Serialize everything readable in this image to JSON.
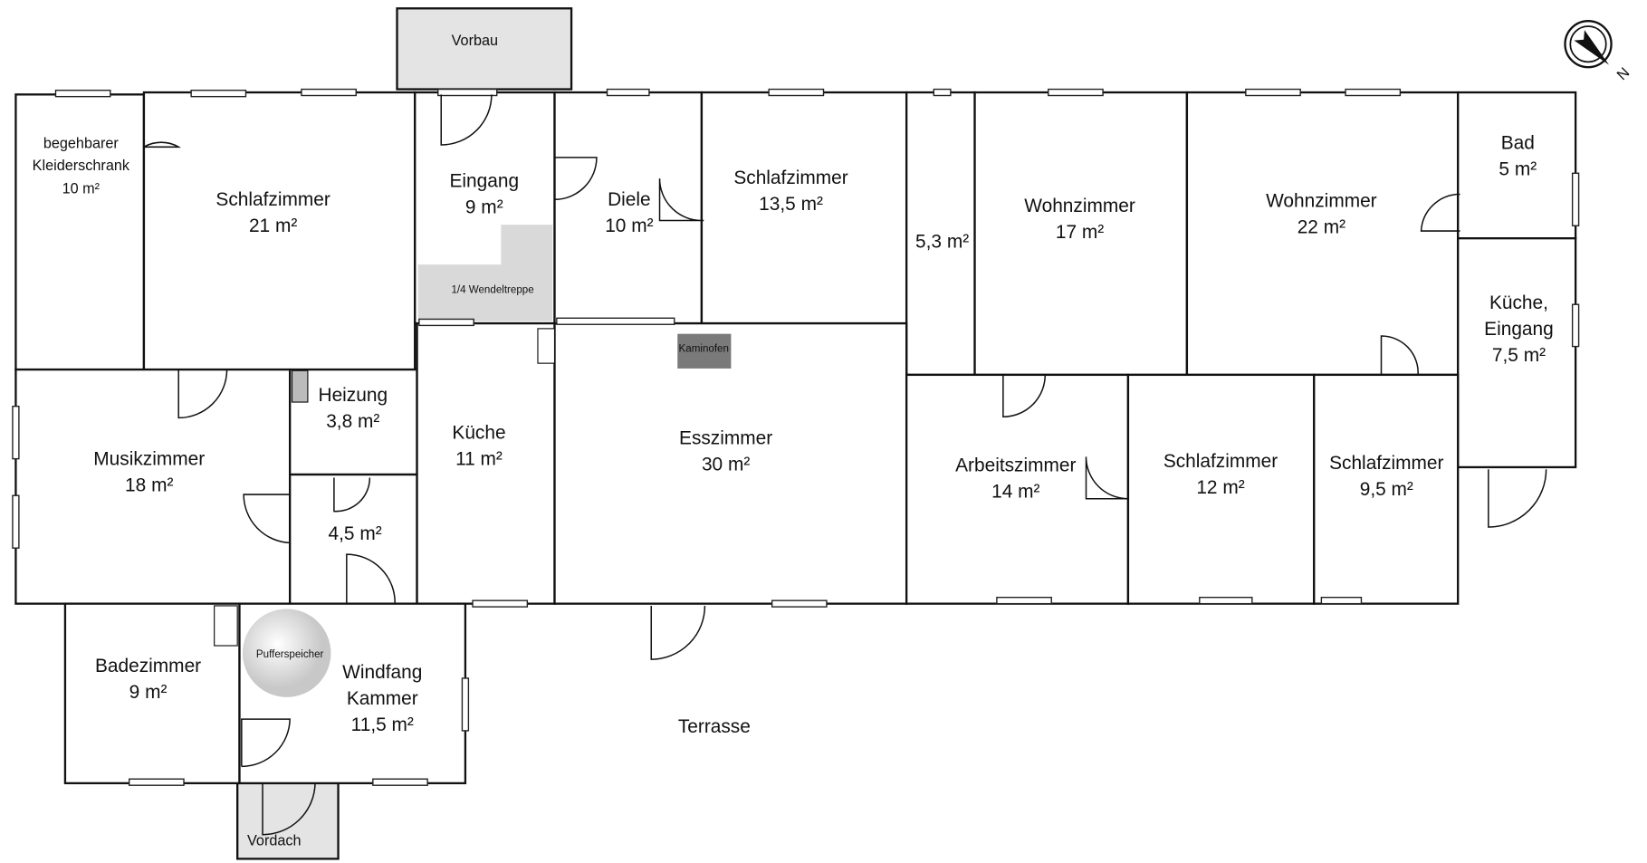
{
  "plan": {
    "rooms": {
      "kleiderschrank": {
        "l1": "begehbarer",
        "l2": "Kleiderschrank",
        "area": "10 m²"
      },
      "schlaf21": {
        "name": "Schlafzimmer",
        "area": "21 m²"
      },
      "eingang": {
        "name": "Eingang",
        "area": "9 m²"
      },
      "diele": {
        "name": "Diele",
        "area": "10 m²"
      },
      "schlaf135": {
        "name": "Schlafzimmer",
        "area": "13,5 m²"
      },
      "flur": {
        "area": "5,3 m²"
      },
      "wohn17": {
        "name": "Wohnzimmer",
        "area": "17 m²"
      },
      "wohn22": {
        "name": "Wohnzimmer",
        "area": "22 m²"
      },
      "bad": {
        "name": "Bad",
        "area": "5 m²"
      },
      "kueche_eingang": {
        "l1": "Küche,",
        "l2": "Eingang",
        "area": "7,5 m²"
      },
      "musik": {
        "name": "Musikzimmer",
        "area": "18 m²"
      },
      "heizung": {
        "name": "Heizung",
        "area": "3,8 m²"
      },
      "abstell": {
        "area": "4,5 m²"
      },
      "kueche": {
        "name": "Küche",
        "area": "11 m²"
      },
      "ess": {
        "name": "Esszimmer",
        "area": "30 m²"
      },
      "arbeit": {
        "name": "Arbeitszimmer",
        "area": "14 m²"
      },
      "schlaf12": {
        "name": "Schlafzimmer",
        "area": "12 m²"
      },
      "schlaf95": {
        "name": "Schlafzimmer",
        "area": "9,5 m²"
      },
      "badezimmer": {
        "name": "Badezimmer",
        "area": "9 m²"
      },
      "windfang": {
        "l1": "Windfang",
        "l2": "Kammer",
        "area": "11,5 m²"
      }
    },
    "vorbau": "Vorbau",
    "vordach": "Vordach",
    "terrasse": "Terrasse",
    "treppe": "1/4 Wendeltreppe",
    "kaminofen": "Kaminofen",
    "pufferspeicher": "Pufferspeicher",
    "compass": "N"
  }
}
